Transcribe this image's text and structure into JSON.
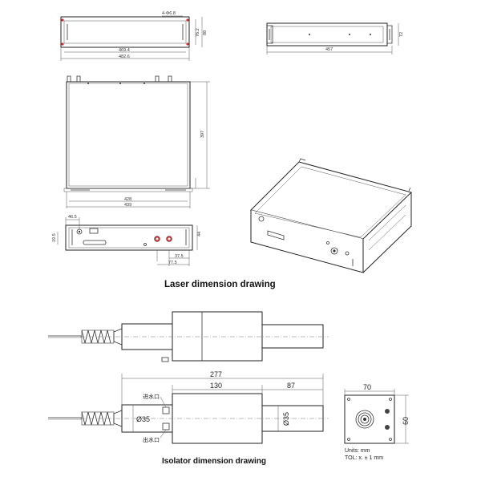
{
  "laser": {
    "hole_label": "4-Φ6.8",
    "front_width_1": "469.4",
    "front_width_2": "482.6",
    "front_height_1": "76.2",
    "front_height_2": "88",
    "side_length": "457",
    "side_height": "72",
    "top_depth": "397",
    "top_width_1": "428",
    "top_width_2": "439",
    "panel_dim_left": "46.5",
    "panel_dim_height": "19.5",
    "panel_dim_right": "44",
    "panel_dim_bottom_1": "37.5",
    "panel_dim_bottom_2": "77.5",
    "title": "Laser dimension drawing"
  },
  "isolator": {
    "total_length": "277",
    "body_length": "130",
    "tube_length": "87",
    "dia_left": "Ø35",
    "dia_right": "Ø35",
    "inlet_label": "进水口",
    "outlet_label": "出水口",
    "end_width": "70",
    "end_height": "60",
    "units": "Units: mm",
    "tolerance": "TOL:  x. ± 1 mm",
    "title": "Isolator dimension drawing"
  }
}
